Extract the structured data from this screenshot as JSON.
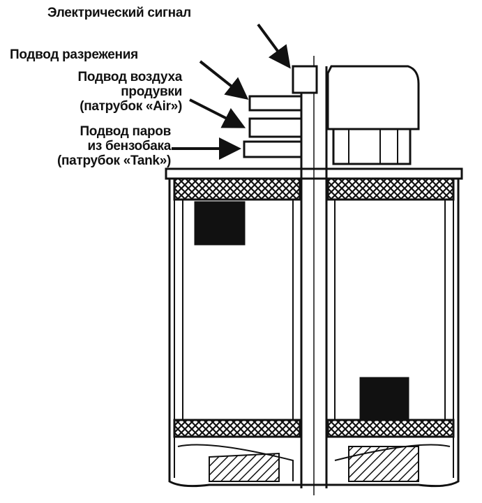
{
  "labels": {
    "electric_signal": "Электрический сигнал",
    "vacuum_supply": "Подвод разрежения",
    "purge_air_line1": "Подвод воздуха",
    "purge_air_line2": "продувки",
    "purge_air_line3": "(патрубок «Air»)",
    "tank_vapor_line1": "Подвод паров",
    "tank_vapor_line2": "из бензобака",
    "tank_vapor_line3": "(патрубок «Tank»)"
  },
  "colors": {
    "ink": "#111111",
    "paper": "#ffffff"
  }
}
